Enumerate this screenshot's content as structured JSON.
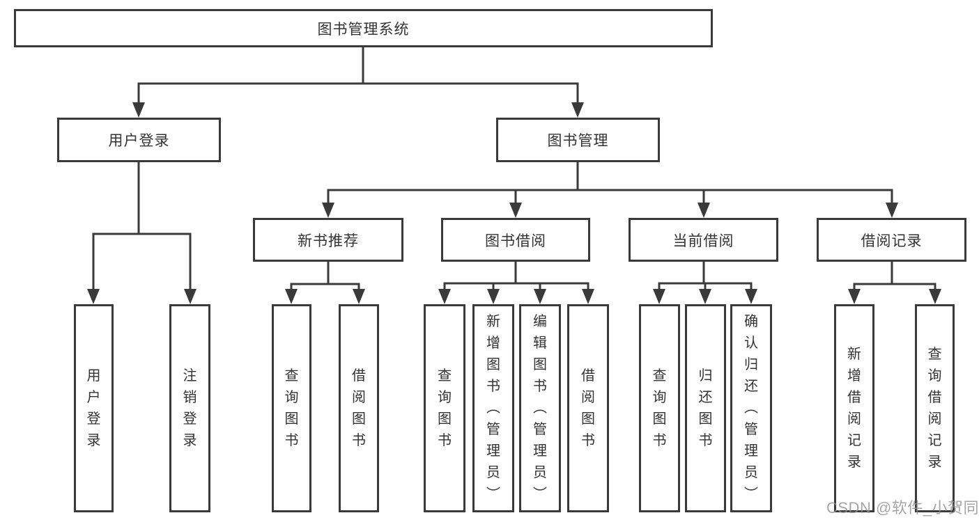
{
  "diagram": {
    "title": "图书管理系统",
    "colors": {
      "line": "#3a3a3a",
      "text": "#333333",
      "background": "#ffffff"
    },
    "nodes": {
      "root": {
        "label": "图书管理系统"
      },
      "userLogin": {
        "label": "用户登录"
      },
      "bookMgmt": {
        "label": "图书管理"
      },
      "leafUserLogin": {
        "label": "用户登录"
      },
      "leafLogout": {
        "label": "注销登录"
      },
      "newBook": {
        "label": "新书推荐"
      },
      "bookBorrow": {
        "label": "图书借阅"
      },
      "currentBorrow": {
        "label": "当前借阅"
      },
      "borrowRecord": {
        "label": "借阅记录"
      },
      "nbQuery": {
        "label": "查询图书"
      },
      "nbBorrow": {
        "label": "借阅图书"
      },
      "bbQuery": {
        "label": "查询图书"
      },
      "bbAdd": {
        "label": "新增图书（管理员）"
      },
      "bbEdit": {
        "label": "编辑图书（管理员）"
      },
      "bbBorrow": {
        "label": "借阅图书"
      },
      "cbQuery": {
        "label": "查询图书"
      },
      "cbReturn": {
        "label": "归还图书"
      },
      "cbConfirm": {
        "label": "确认归还（管理员）"
      },
      "brAdd": {
        "label": "新增借阅记录"
      },
      "brQuery": {
        "label": "查询借阅记录"
      }
    },
    "watermark": {
      "text": "CSDN @软件_小贺同学"
    }
  }
}
